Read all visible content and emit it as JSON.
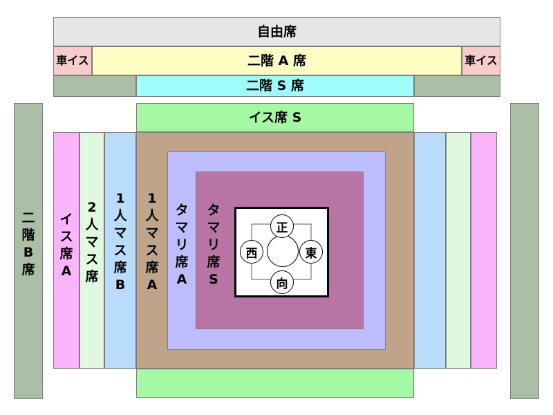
{
  "colors": {
    "free": "#e6e6e6",
    "wheelchair": "#f8cccc",
    "second_a": "#fdfdc4",
    "second_s": "#9ffcfd",
    "second_b": "#aabfa6",
    "chair_s": "#a4f9a2",
    "chair_a": "#fbb4fb",
    "box2": "#dff8df",
    "box1b": "#b9dcfb",
    "box1a": "#bfa48a",
    "tamari_a": "#bdbdfd",
    "tamari_s": "#b874a4",
    "ring": "#ffffff"
  },
  "labels": {
    "free": "自由席",
    "wheelchair_left": "車イス",
    "wheelchair_right": "車イス",
    "second_a": "二階 A 席",
    "second_s": "二階 S 席",
    "chair_s": "イス席 S",
    "second_b": "二\n階\nB\n席",
    "chair_a": "イ\nス\n席\nA",
    "box2": "2\n人\nマ\nス\n席",
    "box1b": "1\n人\nマ\nス\n席\nB",
    "box1a": "1\n人\nマ\nス\n席\nA",
    "tamari_a": "タ\nマ\nリ\n席\nA",
    "tamari_s": "タ\nマ\nリ\n席\nS"
  },
  "ring": {
    "north": "正",
    "south": "向",
    "east": "東",
    "west": "西"
  }
}
